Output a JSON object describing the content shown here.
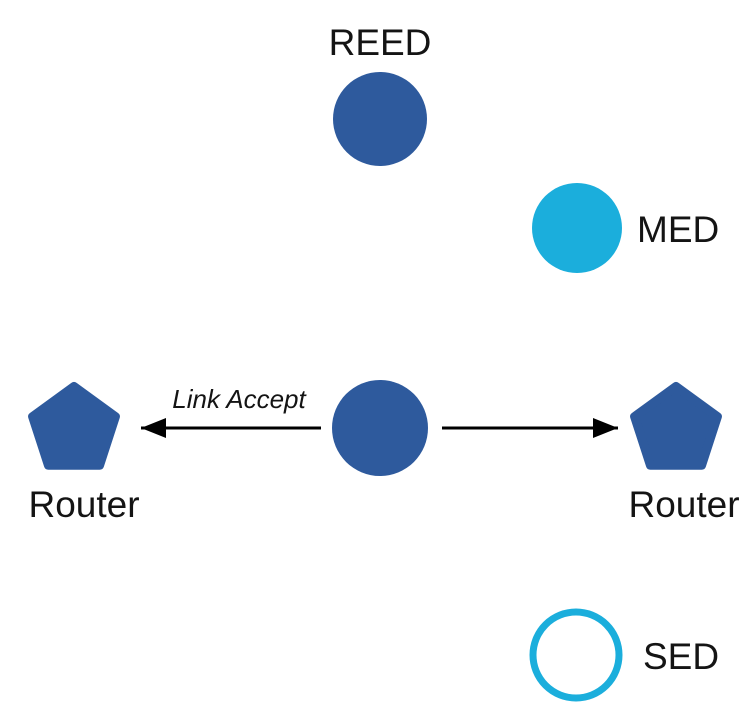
{
  "diagram": {
    "nodes": [
      {
        "id": "reed",
        "label": "REED",
        "shape": "circle",
        "style": "filled",
        "color": "#2E5A9D"
      },
      {
        "id": "med",
        "label": "MED",
        "shape": "circle",
        "style": "filled",
        "color": "#1BAEDC"
      },
      {
        "id": "center",
        "label": "",
        "shape": "circle",
        "style": "filled",
        "color": "#2E5A9D"
      },
      {
        "id": "router-left",
        "label": "Router",
        "shape": "pentagon",
        "style": "filled",
        "color": "#2E5A9D"
      },
      {
        "id": "router-right",
        "label": "Router",
        "shape": "pentagon",
        "style": "filled",
        "color": "#2E5A9D"
      },
      {
        "id": "sed",
        "label": "SED",
        "shape": "circle",
        "style": "outline",
        "color": "#1BAEDC"
      }
    ],
    "edges": [
      {
        "from": "center",
        "to": "router-left",
        "label": "Link Accept",
        "direction": "left"
      },
      {
        "from": "center",
        "to": "router-right",
        "label": "",
        "direction": "right"
      }
    ],
    "colors": {
      "primary_blue": "#2E5A9D",
      "cyan": "#1BAEDC",
      "arrow": "#000000",
      "text": "#141414",
      "background": "#FFFFFF"
    }
  }
}
